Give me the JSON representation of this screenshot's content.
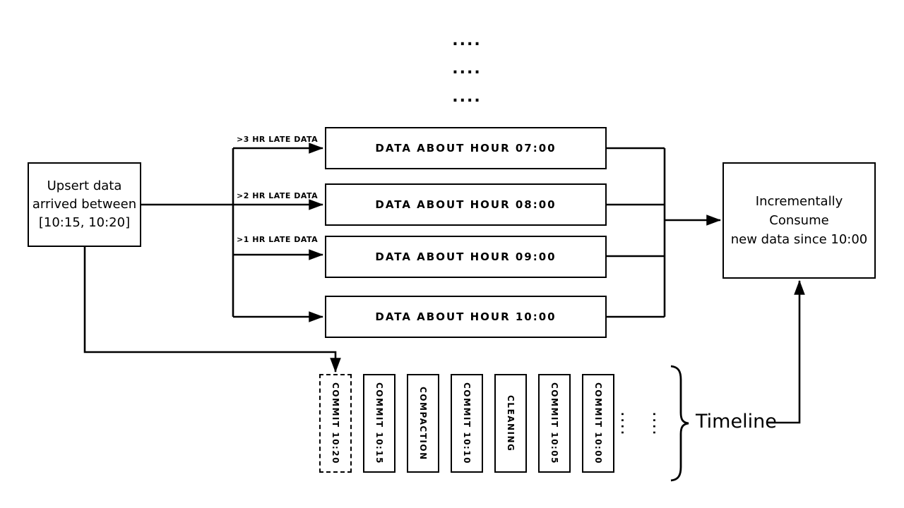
{
  "colors": {
    "ink": "#000000",
    "background": "#ffffff"
  },
  "top_ellipsis": {
    "row1": "....",
    "row2": "....",
    "row3": "...."
  },
  "source_box": {
    "line1": "Upsert data",
    "line2": "arrived between",
    "line3": "[10:15, 10:20]"
  },
  "edge_labels": {
    "late3": ">3 HR LATE DATA",
    "late2": ">2 HR LATE DATA",
    "late1": ">1 HR LATE DATA"
  },
  "hour_boxes": [
    "DATA ABOUT HOUR 07:00",
    "DATA ABOUT HOUR 08:00",
    "DATA ABOUT HOUR 09:00",
    "DATA ABOUT HOUR 10:00"
  ],
  "consumer_box": {
    "line1": "Incrementally Consume",
    "line2": "new data since 10:00"
  },
  "timeline": {
    "label": "Timeline",
    "entries": [
      "COMMIT 10:20",
      "COMMIT 10:15",
      "COMPACTION",
      "COMMIT 10:10",
      "CLEANING",
      "COMMIT 10:05",
      "COMMIT 10:00"
    ],
    "ellipsis": "····"
  }
}
